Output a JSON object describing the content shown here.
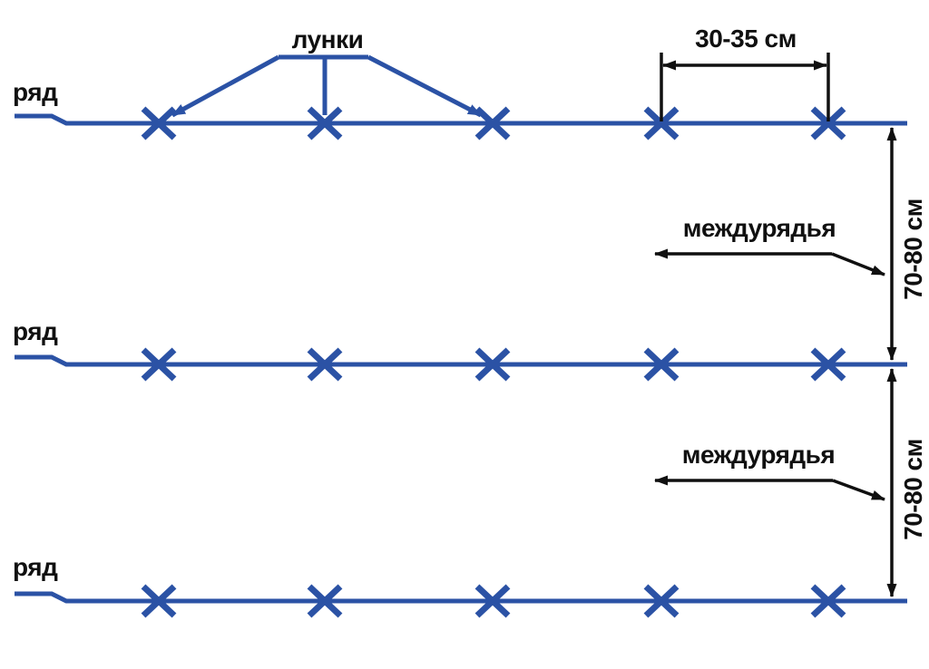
{
  "colors": {
    "blue": "#2B52A5",
    "black": "#101010",
    "background": "#FFFFFF"
  },
  "labels": {
    "row": "ряд",
    "holes": "лунки",
    "hole_spacing": "30-35 см",
    "inter_row": "междурядья",
    "row_gap": "70-80 см"
  },
  "diagram": {
    "rows": 3,
    "holes_per_row": 5,
    "hole_mark_symbol": "X"
  }
}
